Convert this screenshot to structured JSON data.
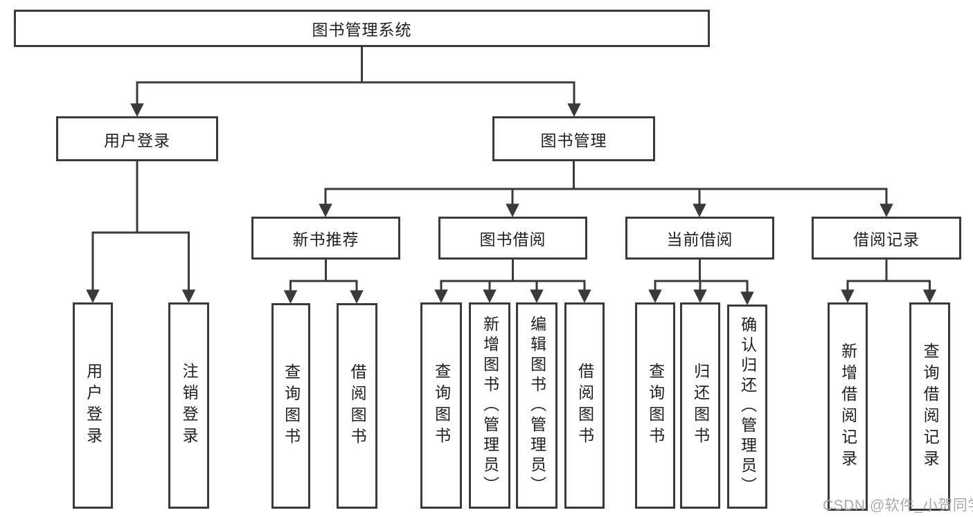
{
  "colors": {
    "line": "#3a3a3a",
    "text": "#1f1f1f",
    "background": "#ffffff",
    "watermark": "#a9a9ad"
  },
  "tree": {
    "root": {
      "label": "图书管理系统",
      "children": [
        {
          "label": "用户登录",
          "children": [
            {
              "label": "用户登录"
            },
            {
              "label": "注销登录"
            }
          ]
        },
        {
          "label": "图书管理",
          "children": [
            {
              "label": "新书推荐",
              "children": [
                {
                  "label": "查询图书"
                },
                {
                  "label": "借阅图书"
                }
              ]
            },
            {
              "label": "图书借阅",
              "children": [
                {
                  "label": "查询图书"
                },
                {
                  "label": "新增图书（管理员）"
                },
                {
                  "label": "编辑图书（管理员）"
                },
                {
                  "label": "借阅图书"
                }
              ]
            },
            {
              "label": "当前借阅",
              "children": [
                {
                  "label": "查询图书"
                },
                {
                  "label": "归还图书"
                },
                {
                  "label": "确认归还（管理员）"
                }
              ]
            },
            {
              "label": "借阅记录",
              "children": [
                {
                  "label": "新增借阅记录"
                },
                {
                  "label": "查询借阅记录"
                }
              ]
            }
          ]
        }
      ]
    }
  },
  "watermark": {
    "text": "CSDN @软件_小贺同学"
  }
}
